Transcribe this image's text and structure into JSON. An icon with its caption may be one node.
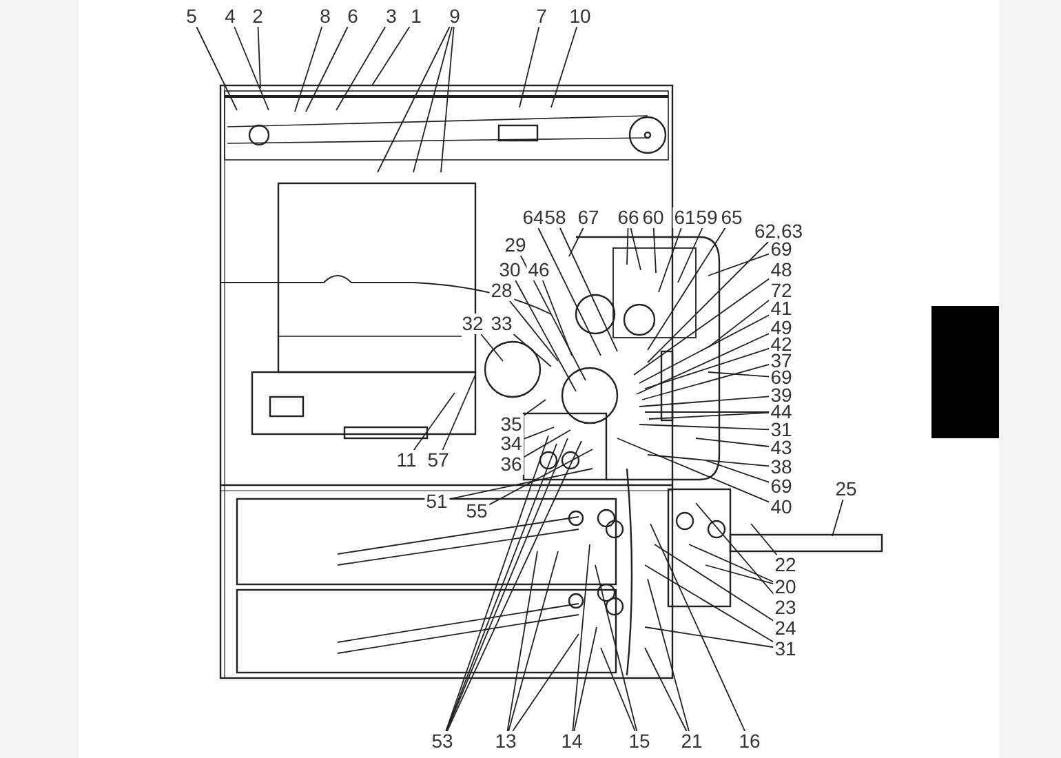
{
  "diagram": {
    "nodes": [
      {
        "text": [
          "5"
        ]
      },
      {
        "text": [
          "4"
        ]
      },
      {
        "text": [
          "2"
        ]
      },
      {
        "text": [
          "8"
        ]
      },
      {
        "text": [
          "6"
        ]
      },
      {
        "text": [
          "3"
        ]
      },
      {
        "text": [
          "1"
        ]
      },
      {
        "text": [
          "9"
        ]
      },
      {
        "text": [
          "7"
        ]
      },
      {
        "text": [
          "10"
        ]
      },
      {
        "text": [
          "64"
        ]
      },
      {
        "text": [
          "58"
        ]
      },
      {
        "text": [
          "67"
        ]
      },
      {
        "text": [
          "66"
        ]
      },
      {
        "text": [
          "60"
        ]
      },
      {
        "text": [
          "61"
        ]
      },
      {
        "text": [
          "59"
        ]
      },
      {
        "text": [
          "65"
        ]
      },
      {
        "text": [
          "62,63"
        ]
      },
      {
        "text": [
          "29"
        ]
      },
      {
        "text": [
          "30"
        ]
      },
      {
        "text": [
          "46"
        ]
      },
      {
        "text": [
          "69"
        ]
      },
      {
        "text": [
          "48"
        ]
      },
      {
        "text": [
          "28"
        ]
      },
      {
        "text": [
          "72"
        ]
      },
      {
        "text": [
          "41"
        ]
      },
      {
        "text": [
          "49"
        ]
      },
      {
        "text": [
          "42"
        ]
      },
      {
        "text": [
          "32"
        ]
      },
      {
        "text": [
          "33"
        ]
      },
      {
        "text": [
          "37"
        ]
      },
      {
        "text": [
          "69"
        ]
      },
      {
        "text": [
          "39"
        ]
      },
      {
        "text": [
          "44"
        ]
      },
      {
        "text": [
          "31"
        ]
      },
      {
        "text": [
          "35"
        ]
      },
      {
        "text": [
          "43"
        ]
      },
      {
        "text": [
          "11"
        ]
      },
      {
        "text": [
          "57"
        ]
      },
      {
        "text": [
          "34"
        ]
      },
      {
        "text": [
          "38"
        ]
      },
      {
        "text": [
          "36"
        ]
      },
      {
        "text": [
          "69"
        ]
      },
      {
        "text": [
          "51"
        ]
      },
      {
        "text": [
          "40"
        ]
      },
      {
        "text": [
          "55"
        ]
      },
      {
        "text": [
          "25"
        ]
      },
      {
        "text": [
          "22"
        ]
      },
      {
        "text": [
          "20"
        ]
      },
      {
        "text": [
          "23"
        ]
      },
      {
        "text": [
          "24"
        ]
      },
      {
        "text": [
          "31"
        ]
      },
      {
        "text": [
          "53"
        ]
      },
      {
        "text": [
          "13"
        ]
      },
      {
        "text": [
          "14"
        ]
      },
      {
        "text": [
          "15"
        ]
      },
      {
        "text": [
          "21"
        ]
      },
      {
        "text": [
          "16"
        ]
      }
    ],
    "edges": [
      {
        "from": 0,
        "to": null,
        "arrow": "none"
      },
      {
        "from": 1,
        "to": null,
        "arrow": "none"
      },
      {
        "from": 2,
        "to": null,
        "arrow": "none"
      },
      {
        "from": 3,
        "to": null,
        "arrow": "none"
      },
      {
        "from": 4,
        "to": null,
        "arrow": "none"
      },
      {
        "from": 5,
        "to": null,
        "arrow": "none"
      },
      {
        "from": 6,
        "to": null,
        "arrow": "none"
      },
      {
        "from": 7,
        "to": null,
        "arrow": "none"
      },
      {
        "from": 7,
        "to": null,
        "arrow": "none"
      },
      {
        "from": 7,
        "to": null,
        "arrow": "none"
      },
      {
        "from": 8,
        "to": null,
        "arrow": "none"
      },
      {
        "from": 9,
        "to": null,
        "arrow": "none"
      },
      {
        "from": 10,
        "to": null,
        "arrow": "none"
      },
      {
        "from": 11,
        "to": null,
        "arrow": "none"
      },
      {
        "from": 12,
        "to": null,
        "arrow": "none"
      },
      {
        "from": 13,
        "to": null,
        "arrow": "none"
      },
      {
        "from": 13,
        "to": null,
        "arrow": "none"
      },
      {
        "from": 14,
        "to": null,
        "arrow": "none"
      },
      {
        "from": 15,
        "to": null,
        "arrow": "none"
      },
      {
        "from": 16,
        "to": null,
        "arrow": "none"
      },
      {
        "from": 17,
        "to": null,
        "arrow": "none"
      },
      {
        "from": 18,
        "to": null,
        "arrow": "none"
      },
      {
        "from": 19,
        "to": null,
        "arrow": "none"
      },
      {
        "from": 20,
        "to": null,
        "arrow": "none"
      },
      {
        "from": 21,
        "to": null,
        "arrow": "none"
      },
      {
        "from": 22,
        "to": null,
        "arrow": "none"
      },
      {
        "from": 23,
        "to": null,
        "arrow": "none"
      },
      {
        "from": 24,
        "to": null,
        "arrow": "none"
      },
      {
        "from": 25,
        "to": null,
        "arrow": "none"
      },
      {
        "from": 26,
        "to": null,
        "arrow": "none"
      },
      {
        "from": 27,
        "to": null,
        "arrow": "none"
      },
      {
        "from": 28,
        "to": null,
        "arrow": "none"
      },
      {
        "from": 29,
        "to": null,
        "arrow": "none"
      },
      {
        "from": 30,
        "to": null,
        "arrow": "none"
      },
      {
        "from": 31,
        "to": null,
        "arrow": "none"
      },
      {
        "from": 32,
        "to": null,
        "arrow": "none"
      },
      {
        "from": 33,
        "to": null,
        "arrow": "none"
      },
      {
        "from": 34,
        "to": null,
        "arrow": "none"
      },
      {
        "from": 34,
        "to": null,
        "arrow": "none"
      },
      {
        "from": 35,
        "to": null,
        "arrow": "none"
      },
      {
        "from": 36,
        "to": null,
        "arrow": "none"
      },
      {
        "from": 37,
        "to": null,
        "arrow": "none"
      },
      {
        "from": 38,
        "to": null,
        "arrow": "none"
      },
      {
        "from": 39,
        "to": null,
        "arrow": "none"
      },
      {
        "from": 40,
        "to": null,
        "arrow": "none"
      },
      {
        "from": 41,
        "to": null,
        "arrow": "none"
      },
      {
        "from": 42,
        "to": null,
        "arrow": "none"
      },
      {
        "from": 43,
        "to": null,
        "arrow": "none"
      },
      {
        "from": 44,
        "to": null,
        "arrow": "none"
      },
      {
        "from": 45,
        "to": null,
        "arrow": "none"
      },
      {
        "from": 46,
        "to": null,
        "arrow": "none"
      },
      {
        "from": 47,
        "to": null,
        "arrow": "none"
      },
      {
        "from": 48,
        "to": null,
        "arrow": "none"
      },
      {
        "from": 49,
        "to": null,
        "arrow": "none"
      },
      {
        "from": 49,
        "to": null,
        "arrow": "none"
      },
      {
        "from": 50,
        "to": null,
        "arrow": "none"
      },
      {
        "from": 51,
        "to": null,
        "arrow": "none"
      },
      {
        "from": 52,
        "to": null,
        "arrow": "none"
      },
      {
        "from": 52,
        "to": null,
        "arrow": "none"
      },
      {
        "from": 53,
        "to": null,
        "arrow": "none"
      },
      {
        "from": 53,
        "to": null,
        "arrow": "none"
      },
      {
        "from": 53,
        "to": null,
        "arrow": "none"
      },
      {
        "from": 53,
        "to": null,
        "arrow": "none"
      },
      {
        "from": 54,
        "to": null,
        "arrow": "none"
      },
      {
        "from": 54,
        "to": null,
        "arrow": "none"
      },
      {
        "from": 54,
        "to": null,
        "arrow": "none"
      },
      {
        "from": 55,
        "to": null,
        "arrow": "none"
      },
      {
        "from": 55,
        "to": null,
        "arrow": "none"
      },
      {
        "from": 56,
        "to": null,
        "arrow": "none"
      },
      {
        "from": 56,
        "to": null,
        "arrow": "none"
      },
      {
        "from": 57,
        "to": null,
        "arrow": "none"
      },
      {
        "from": 57,
        "to": null,
        "arrow": "none"
      },
      {
        "from": 58,
        "to": null,
        "arrow": "none"
      }
    ]
  }
}
